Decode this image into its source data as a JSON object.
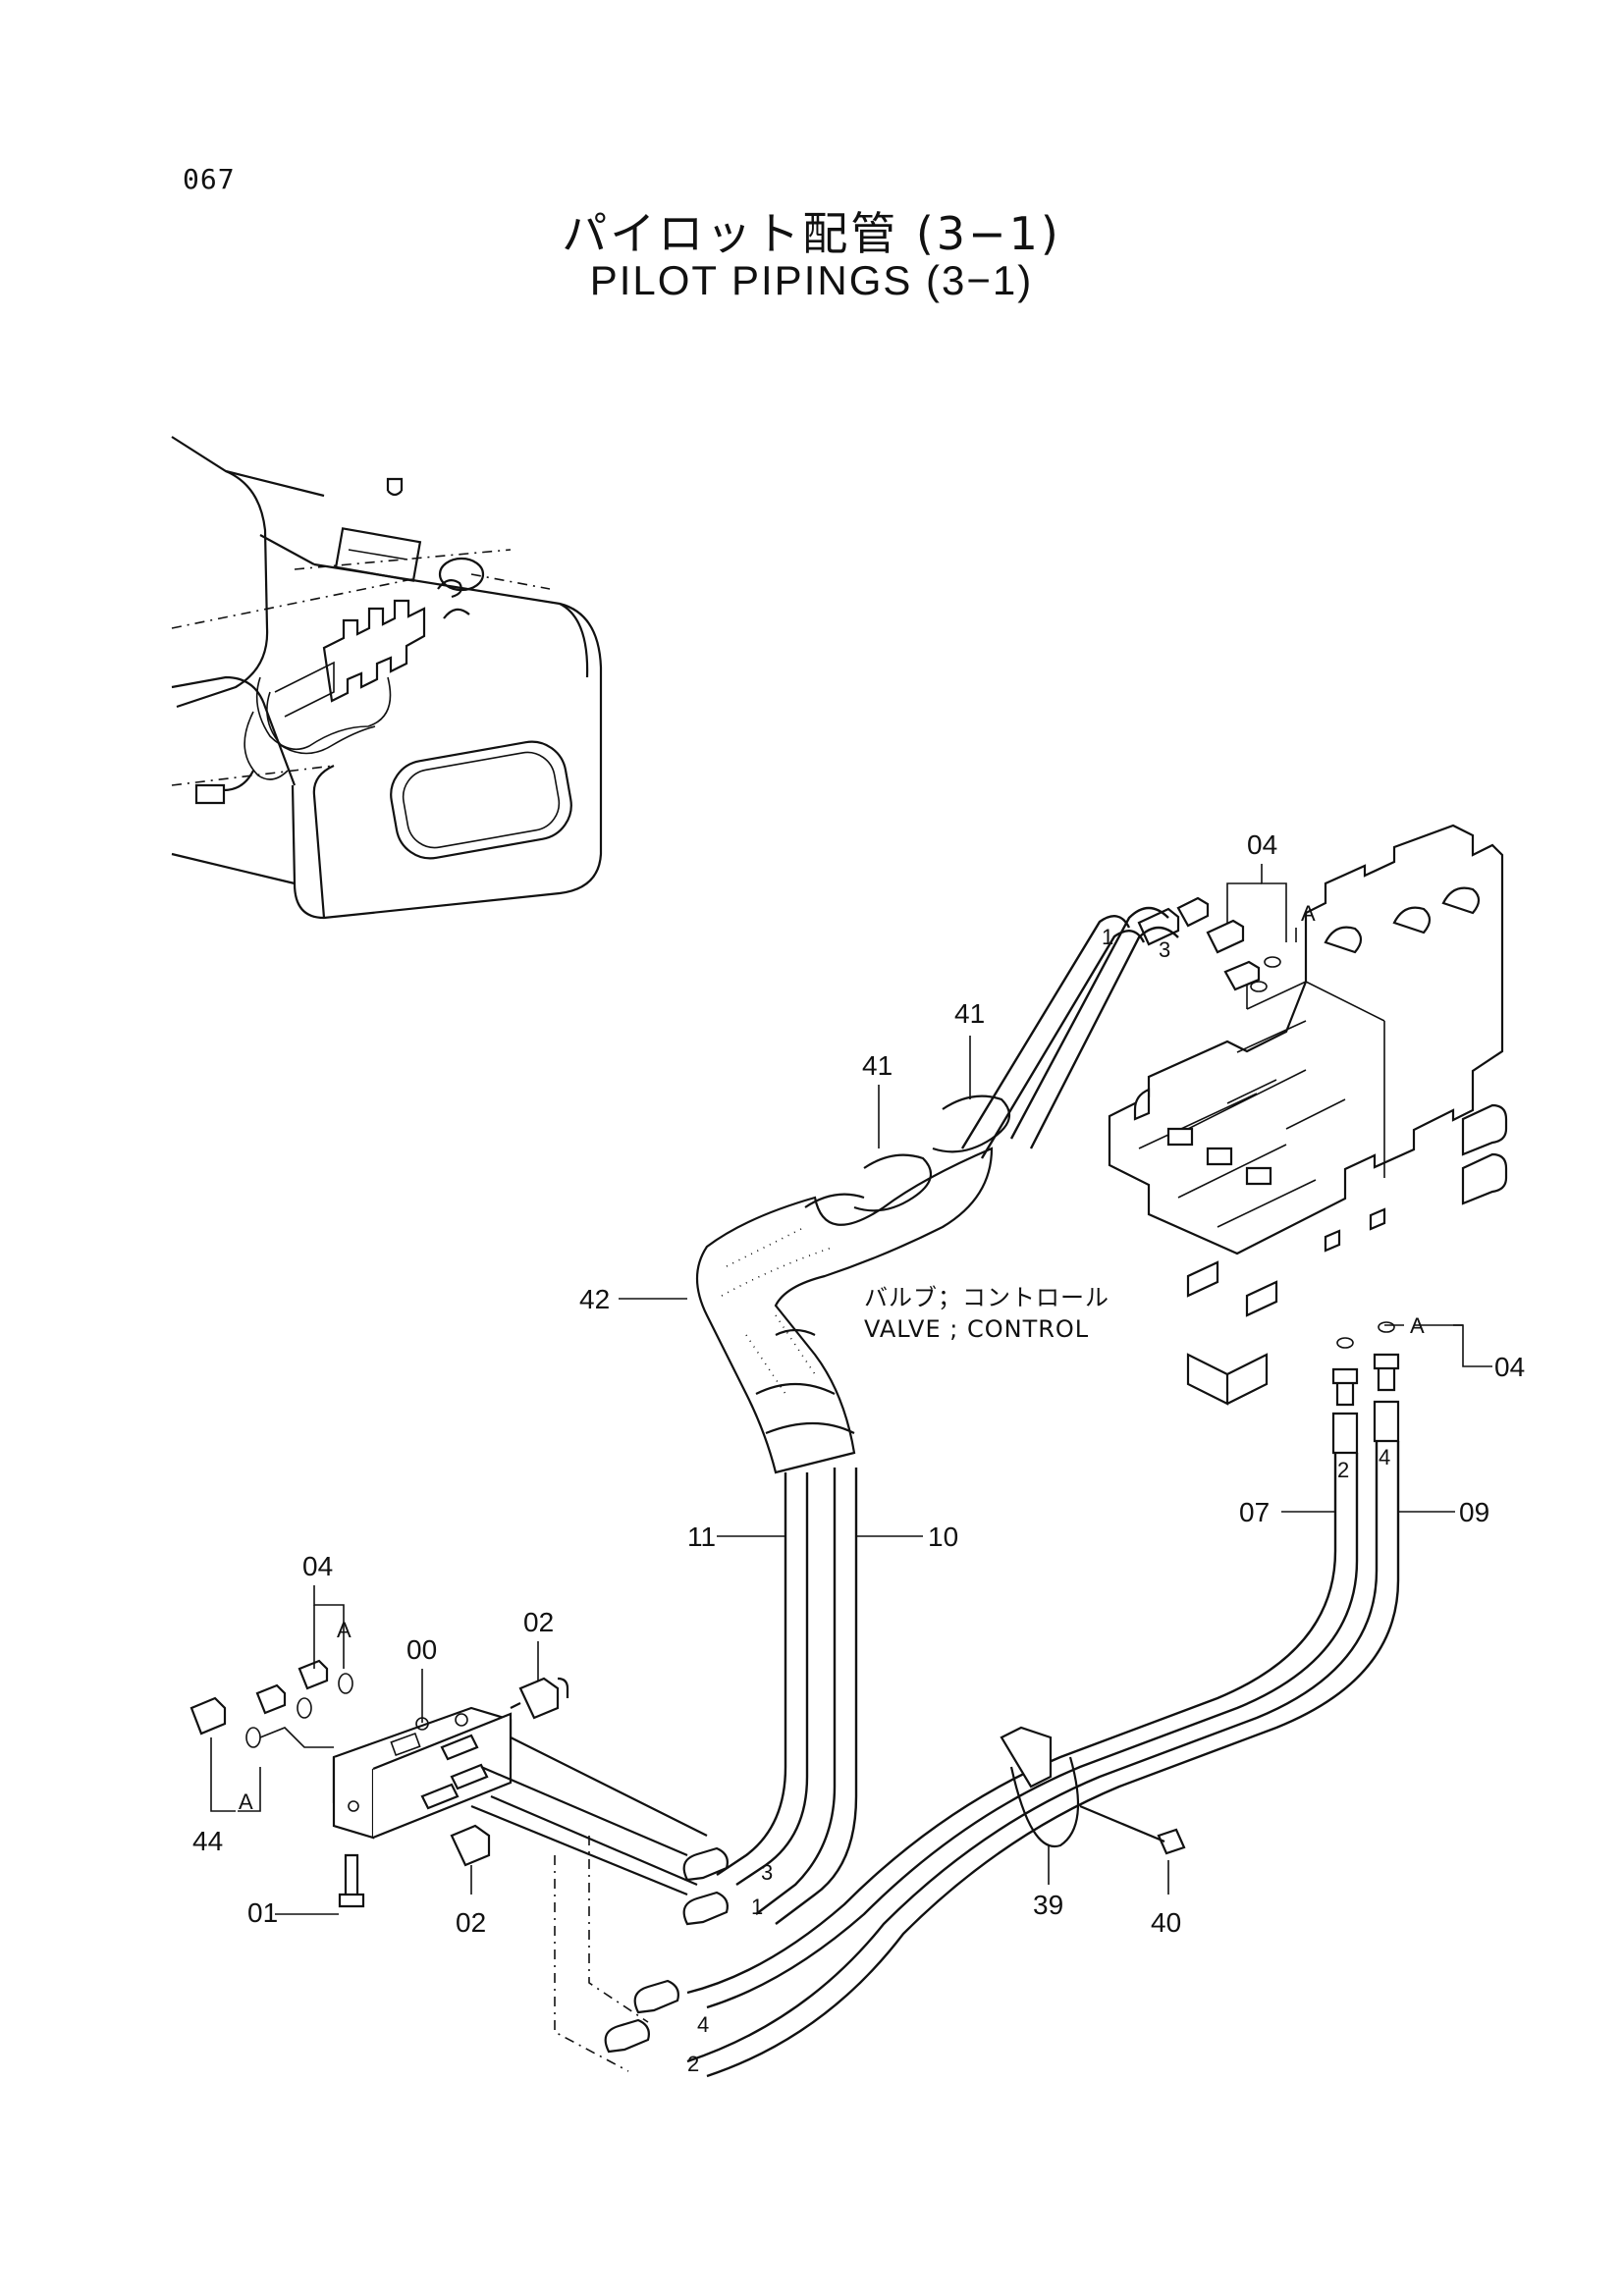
{
  "page_number": "067",
  "title_jp": "パイロット配管 (3−1)",
  "title_en": "PILOT PIPINGS (3−1)",
  "valve_label_jp": "バルブ；コントロール",
  "valve_label_en": "VALVE ; CONTROL",
  "callouts": {
    "c04_top": "04",
    "a_top": "A",
    "c41_a": "41",
    "c41_b": "41",
    "c42": "42",
    "a_right": "A",
    "c04_right": "04",
    "c11": "11",
    "c10": "10",
    "c07": "07",
    "c09": "09",
    "c04_left": "04",
    "a_left_top": "A",
    "c00": "00",
    "c02_top": "02",
    "c44": "44",
    "a_left_bottom": "A",
    "c01": "01",
    "c02_bottom": "02",
    "c39": "39",
    "c40": "40"
  },
  "hose_marks": {
    "m1": "1",
    "m3_top": "3",
    "m2_right": "2",
    "m4_right": "4",
    "m3_bottom": "3",
    "m1_bottom": "1",
    "m4_bottom": "4",
    "m2_bottom": "2"
  }
}
